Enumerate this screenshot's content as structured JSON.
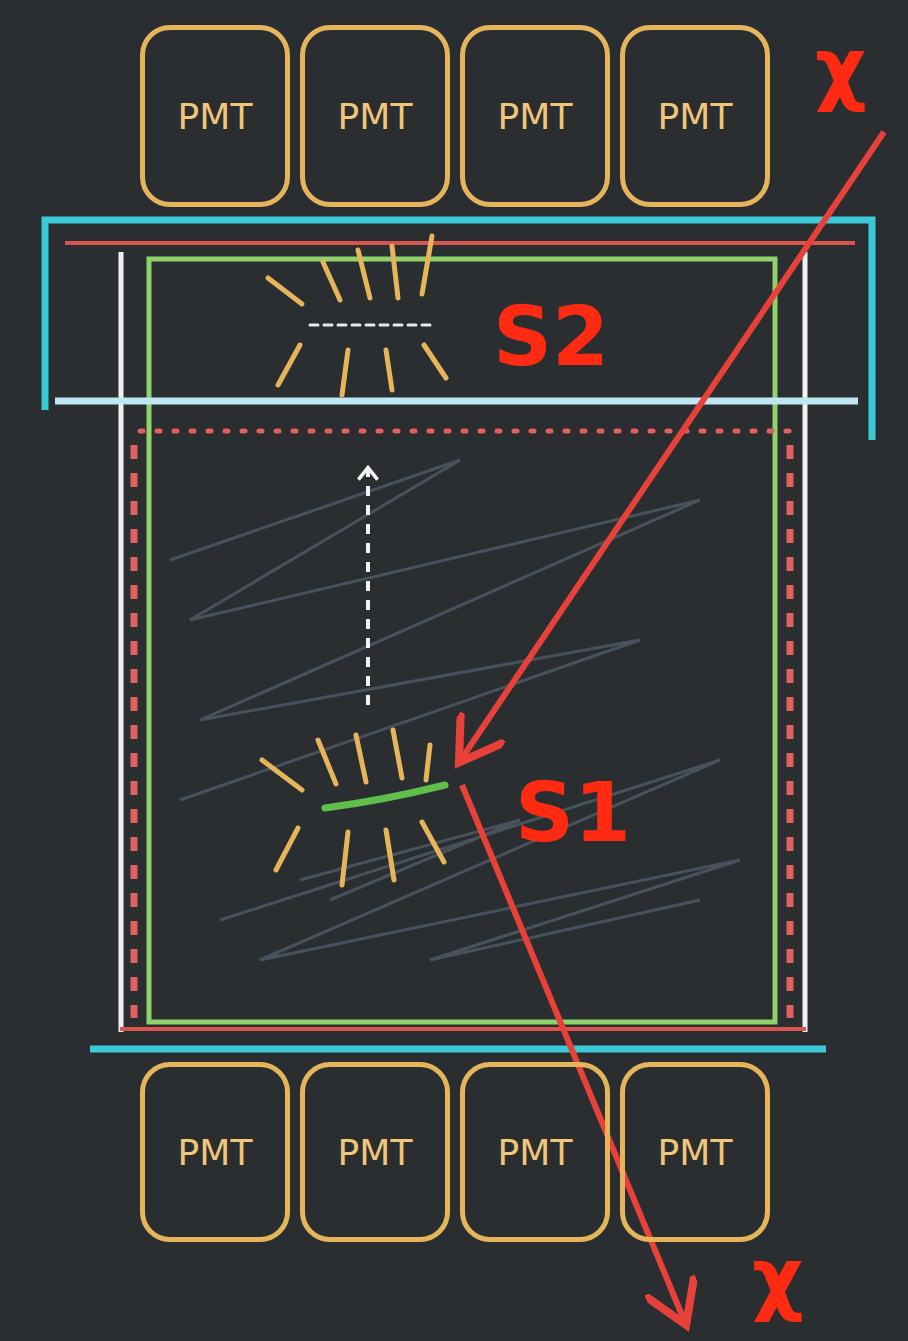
{
  "diagram": {
    "nodes": [
      {
        "text": [
          "PMT"
        ]
      },
      {
        "text": [
          "PMT"
        ]
      },
      {
        "text": [
          "PMT"
        ]
      },
      {
        "text": [
          "PMT"
        ]
      },
      {
        "text": [
          "PMT"
        ]
      },
      {
        "text": [
          "PMT"
        ]
      },
      {
        "text": [
          "PMT"
        ]
      },
      {
        "text": [
          "PMT"
        ]
      }
    ],
    "labels": [
      "χ",
      "S2",
      "S1",
      "χ"
    ]
  }
}
